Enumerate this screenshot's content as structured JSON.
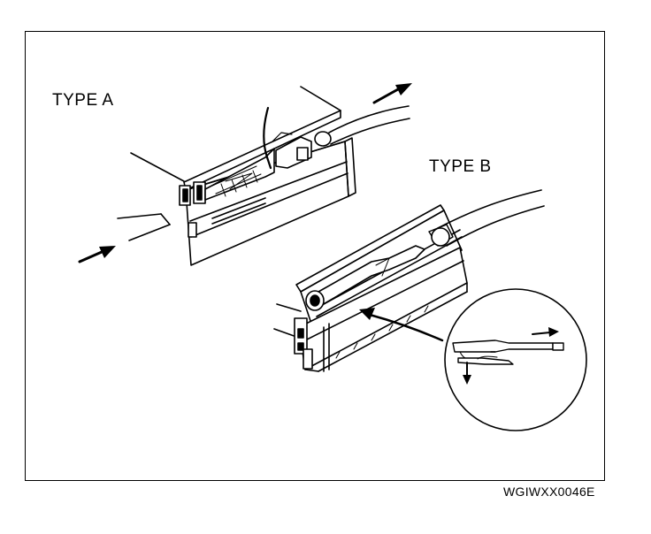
{
  "labels": {
    "type_a": "TYPE A",
    "type_b": "TYPE B"
  },
  "figure_code": "WGIWXX0046E",
  "colors": {
    "ink": "#000000",
    "background": "#ffffff"
  }
}
